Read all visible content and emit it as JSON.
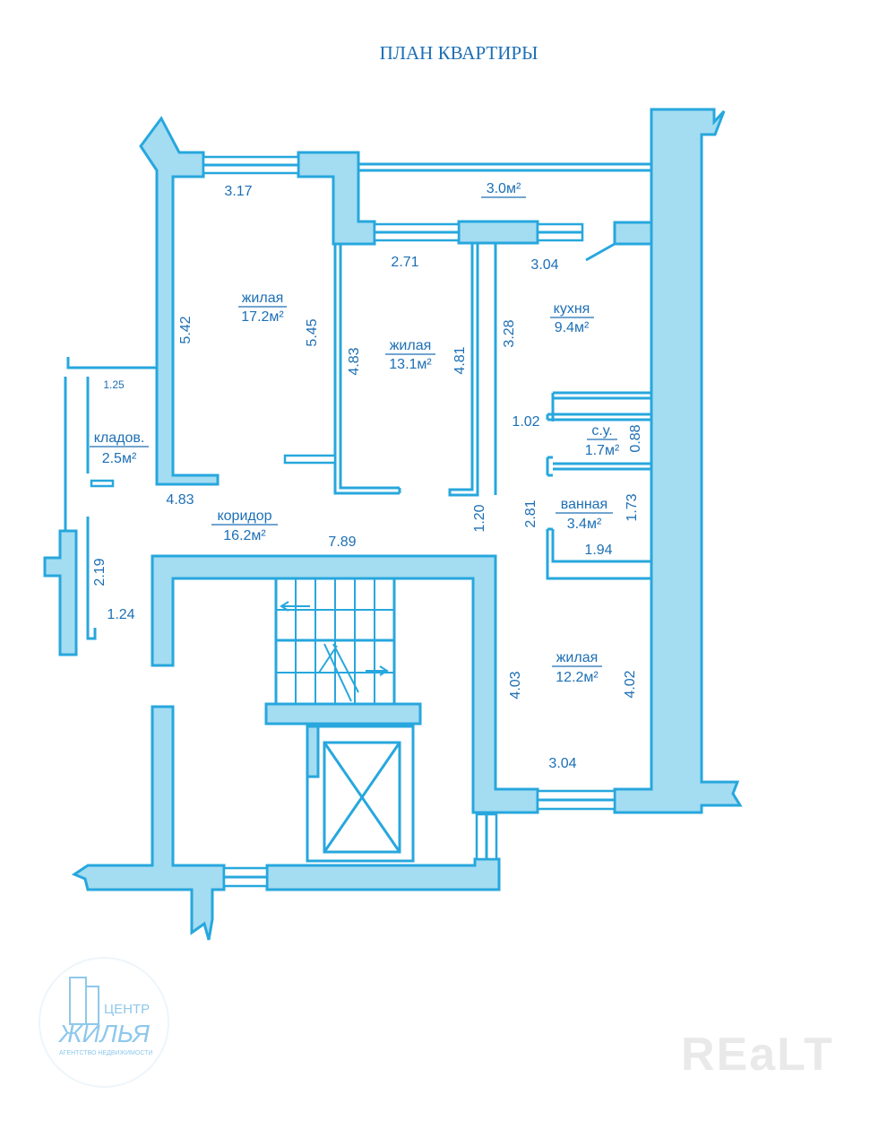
{
  "title": "ПЛАН КВАРТИРЫ",
  "rooms": {
    "living1": {
      "name": "жилая",
      "area": "17.2м²"
    },
    "living2": {
      "name": "жилая",
      "area": "13.1м²"
    },
    "kitchen": {
      "name": "кухня",
      "area": "9.4м²"
    },
    "pantry": {
      "name": "кладов.",
      "area": "2.5м²"
    },
    "wc": {
      "name": "с.у.",
      "area": "1.7м²"
    },
    "bath": {
      "name": "ванная",
      "area": "3.4м²"
    },
    "corridor": {
      "name": "коридор",
      "area": "16.2м²"
    },
    "living3": {
      "name": "жилая",
      "area": "12.2м²"
    }
  },
  "balcony": {
    "area": "3.0м²"
  },
  "dimensions": {
    "d317": "3.17",
    "d271": "2.71",
    "d304a": "3.04",
    "d542": "5.42",
    "d545": "5.45",
    "d483a": "4.83",
    "d481": "4.81",
    "d328": "3.28",
    "d125": "1.25",
    "d102": "1.02",
    "d088": "0.88",
    "d483b": "4.83",
    "d120": "1.20",
    "d281": "2.81",
    "d173": "1.73",
    "d194": "1.94",
    "d789": "7.89",
    "d219": "2.19",
    "d124": "1.24",
    "d403": "4.03",
    "d402": "4.02",
    "d304b": "3.04"
  },
  "logo": {
    "line1": "ЦЕНТР",
    "line2": "ЖИЛЬЯ",
    "line3": "АГЕНТСТВО НЕДВИЖИМОСТИ"
  },
  "watermark": "REaLT"
}
